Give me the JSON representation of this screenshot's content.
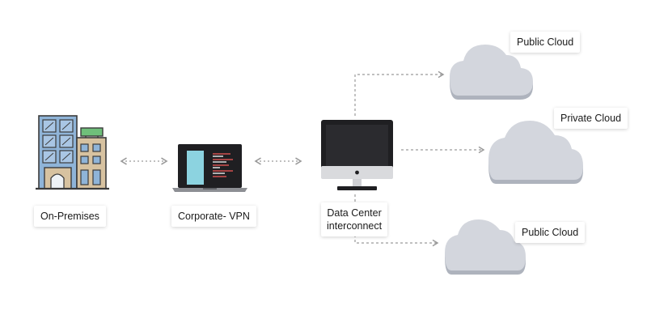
{
  "nodes": {
    "on_premises": {
      "label": "On-Premises",
      "icon": "office-building-icon"
    },
    "vpn": {
      "label": "Corporate- VPN",
      "icon": "laptop-icon"
    },
    "data_center": {
      "label_line1": "Data Center",
      "label_line2": "interconnect",
      "icon": "desktop-monitor-icon"
    },
    "public_cloud_top": {
      "label": "Public Cloud",
      "icon": "cloud-icon"
    },
    "private_cloud": {
      "label": "Private Cloud",
      "icon": "cloud-icon"
    },
    "public_cloud_bottom": {
      "label": "Public Cloud",
      "icon": "cloud-icon"
    }
  },
  "colors": {
    "cloud_fill": "#d3d6dd",
    "cloud_shadow": "#aeb3bd",
    "building_blue": "#8fb4d8",
    "building_tan": "#d7c2a0",
    "building_sign": "#6fbf7a",
    "screen_dark": "#1f1f22",
    "screen_cyan": "#8cd3e0",
    "code_red": "#d25050",
    "connector": "#9a9a9a"
  },
  "connectors": [
    {
      "from": "on_premises",
      "to": "vpn",
      "style": "dotted",
      "direction": "bidirectional"
    },
    {
      "from": "vpn",
      "to": "data_center",
      "style": "dotted",
      "direction": "bidirectional"
    },
    {
      "from": "data_center",
      "to": "public_cloud_top",
      "style": "dashed",
      "direction": "forward"
    },
    {
      "from": "data_center",
      "to": "private_cloud",
      "style": "dashed",
      "direction": "forward"
    },
    {
      "from": "data_center",
      "to": "public_cloud_bottom",
      "style": "dashed",
      "direction": "forward"
    }
  ]
}
